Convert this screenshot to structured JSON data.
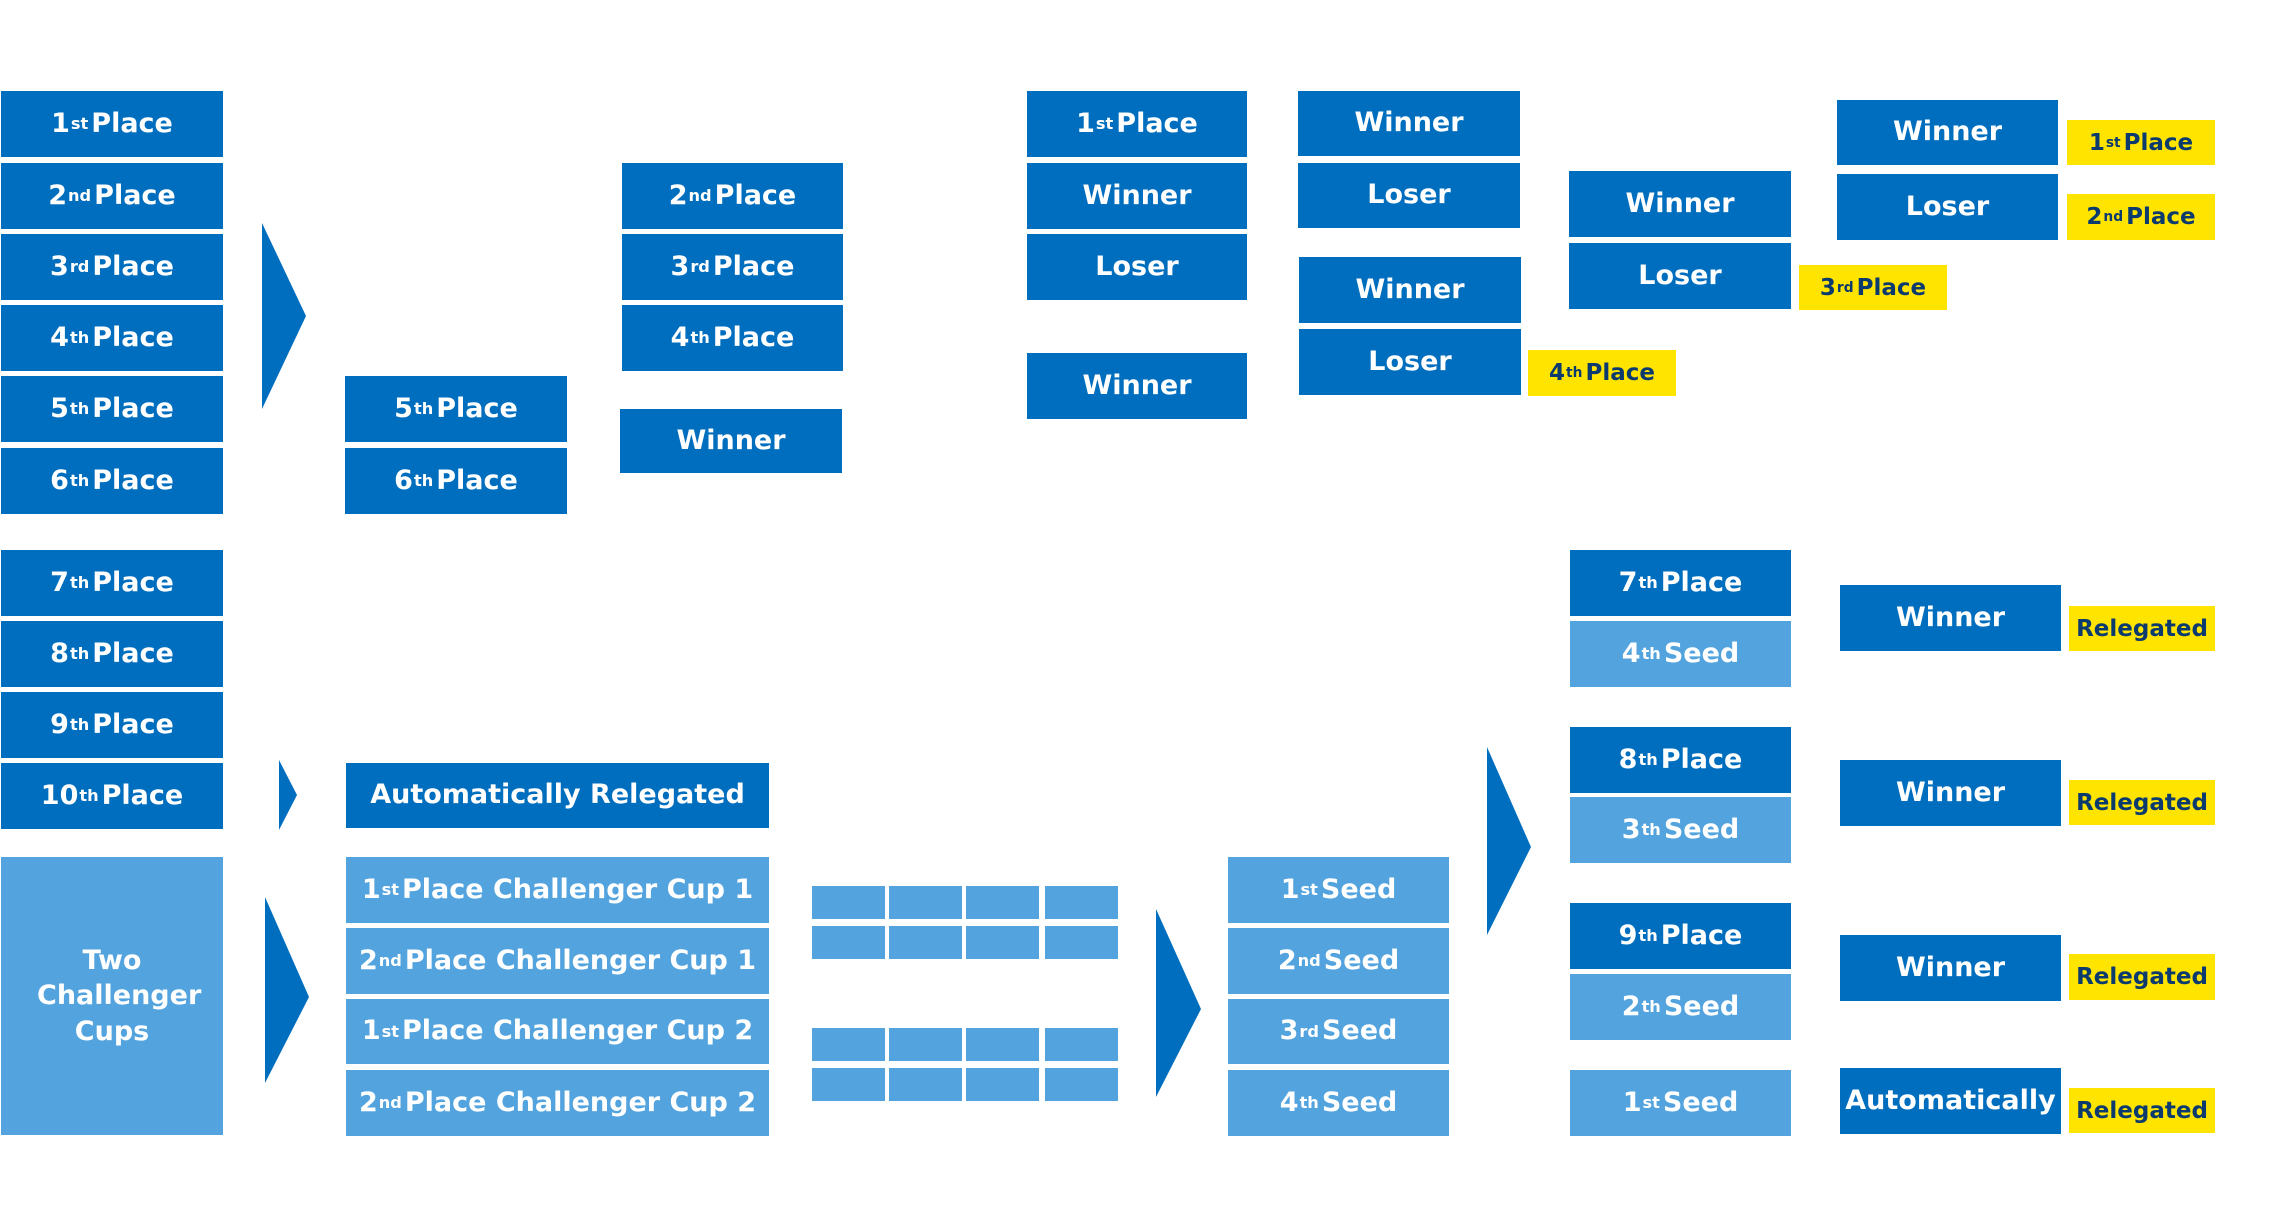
{
  "colors": {
    "primary_blue": "#006EBE",
    "light_blue": "#52A3DE",
    "highlight_yellow": "#FFE400",
    "badge_text": "#0B3A6E",
    "text_white": "#FFFFFF"
  },
  "standings": {
    "top": [
      {
        "num": "1",
        "suffix": "st",
        "label": "Place"
      },
      {
        "num": "2",
        "suffix": "nd",
        "label": "Place"
      },
      {
        "num": "3",
        "suffix": "rd",
        "label": "Place"
      },
      {
        "num": "4",
        "suffix": "th",
        "label": "Place"
      },
      {
        "num": "5",
        "suffix": "th",
        "label": "Place"
      },
      {
        "num": "6",
        "suffix": "th",
        "label": "Place"
      }
    ],
    "bottom": [
      {
        "num": "7",
        "suffix": "th",
        "label": "Place"
      },
      {
        "num": "8",
        "suffix": "th",
        "label": "Place"
      },
      {
        "num": "9",
        "suffix": "th",
        "label": "Place"
      },
      {
        "num": "10",
        "suffix": "th",
        "label": "Place"
      }
    ],
    "challenger": "Two Challenger Cups"
  },
  "round1": {
    "play_in": [
      {
        "num": "5",
        "suffix": "th",
        "label": "Place"
      },
      {
        "num": "6",
        "suffix": "th",
        "label": "Place"
      }
    ],
    "qualifiers": [
      {
        "num": "2",
        "suffix": "nd",
        "label": "Place"
      },
      {
        "num": "3",
        "suffix": "rd",
        "label": "Place"
      },
      {
        "num": "4",
        "suffix": "th",
        "label": "Place"
      }
    ],
    "play_in_winner": "Winner"
  },
  "playoffs": {
    "col_a": [
      {
        "num": "1",
        "suffix": "st",
        "label": "Place"
      },
      {
        "text": "Winner"
      },
      {
        "text": "Loser"
      },
      {
        "text": "Winner"
      }
    ],
    "col_b": [
      "Winner",
      "Loser",
      "Winner",
      "Loser"
    ],
    "col_c": [
      "Winner",
      "Loser"
    ],
    "col_d": [
      "Winner",
      "Loser"
    ],
    "results": [
      {
        "num": "1",
        "suffix": "st",
        "label": "Place"
      },
      {
        "num": "2",
        "suffix": "nd",
        "label": "Place"
      },
      {
        "num": "3",
        "suffix": "rd",
        "label": "Place"
      },
      {
        "num": "4",
        "suffix": "th",
        "label": "Place"
      }
    ]
  },
  "relegation": {
    "auto_relegated": "Automatically Relegated",
    "challenger_qualifiers": [
      {
        "num": "1",
        "suffix": "st",
        "label": "Place Challenger Cup 1"
      },
      {
        "num": "2",
        "suffix": "nd",
        "label": "Place Challenger Cup 1"
      },
      {
        "num": "1",
        "suffix": "st",
        "label": "Place Challenger Cup 2"
      },
      {
        "num": "2",
        "suffix": "nd",
        "label": "Place Challenger Cup 2"
      }
    ],
    "mini_grid": {
      "blocks": 2,
      "rows_per_block": 2,
      "columns": 4
    },
    "seeds": [
      {
        "num": "1",
        "suffix": "st",
        "label": "Seed"
      },
      {
        "num": "2",
        "suffix": "nd",
        "label": "Seed"
      },
      {
        "num": "3",
        "suffix": "rd",
        "label": "Seed"
      },
      {
        "num": "4",
        "suffix": "th",
        "label": "Seed"
      }
    ],
    "matchups": [
      {
        "home": {
          "num": "7",
          "suffix": "th",
          "label": "Place"
        },
        "away": {
          "num": "4",
          "suffix": "th",
          "label": "Seed"
        },
        "result": "Winner",
        "badge": "Relegated"
      },
      {
        "home": {
          "num": "8",
          "suffix": "th",
          "label": "Place"
        },
        "away": {
          "num": "3",
          "suffix": "th",
          "label": "Seed"
        },
        "result": "Winner",
        "badge": "Relegated"
      },
      {
        "home": {
          "num": "9",
          "suffix": "th",
          "label": "Place"
        },
        "away": {
          "num": "2",
          "suffix": "th",
          "label": "Seed"
        },
        "result": "Winner",
        "badge": "Relegated"
      }
    ],
    "bye": {
      "seed": {
        "num": "1",
        "suffix": "st",
        "label": "Seed"
      },
      "result": "Automatically",
      "badge": "Relegated"
    }
  }
}
